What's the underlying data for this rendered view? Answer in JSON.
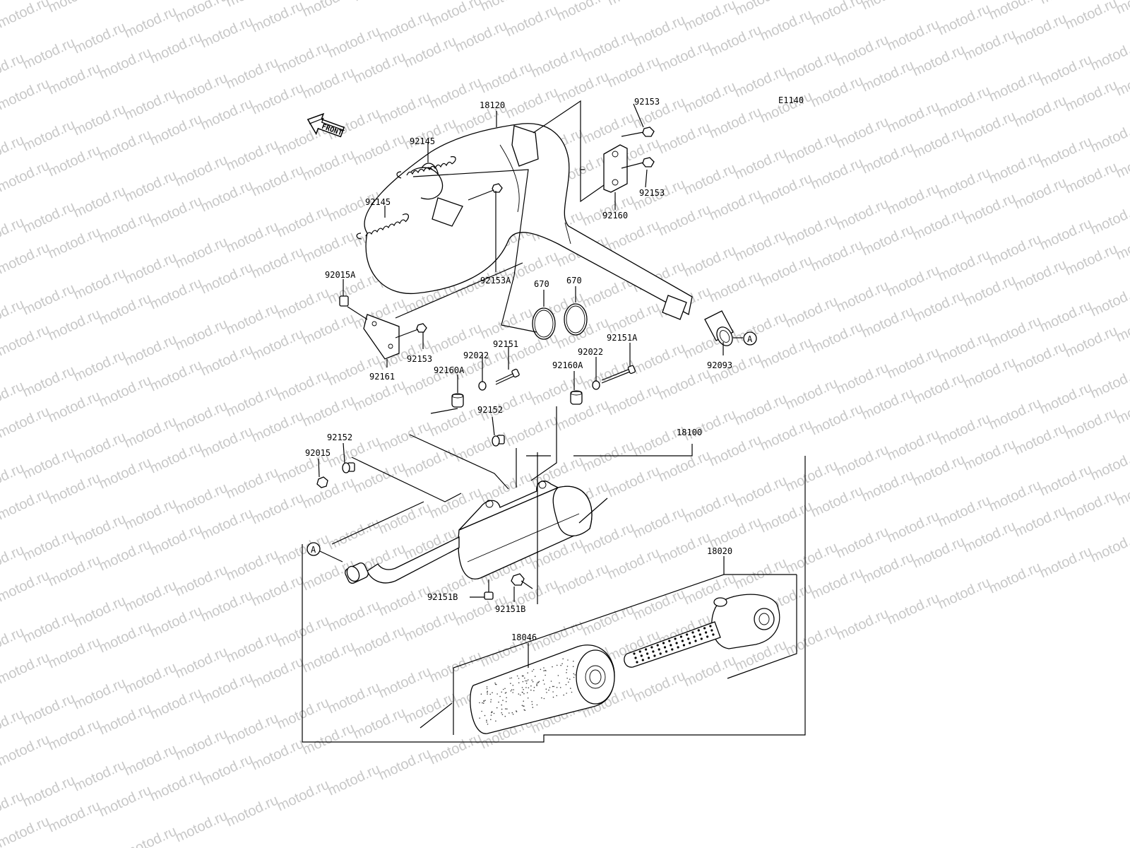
{
  "watermark": "motod.ru",
  "diagram_code": "E1140",
  "front_label": "FRONT",
  "reference_marker": "A",
  "callouts": {
    "chamber": "18120",
    "spring_upper": "92145",
    "spring_lower": "92145",
    "bolt_top_1": "92153",
    "bolt_top_2": "92153",
    "bracket_top": "92160",
    "bolt_mid": "92153A",
    "nut_left": "92015A",
    "bolt_left": "92153",
    "bracket_left": "92161",
    "oring_1": "670",
    "oring_2": "670",
    "joint_seal": "92093",
    "bolt_92151": "92151",
    "washer_left": "92022",
    "bushing_left": "92160A",
    "bolt_92151a": "92151A",
    "washer_right": "92022",
    "bushing_right": "92160A",
    "collar_mid": "92152",
    "collar_left": "92152",
    "nut_92015": "92015",
    "muffler": "18100",
    "bolt_b1": "92151B",
    "bolt_b2": "92151B",
    "end_cap": "18020",
    "packing": "18046"
  }
}
